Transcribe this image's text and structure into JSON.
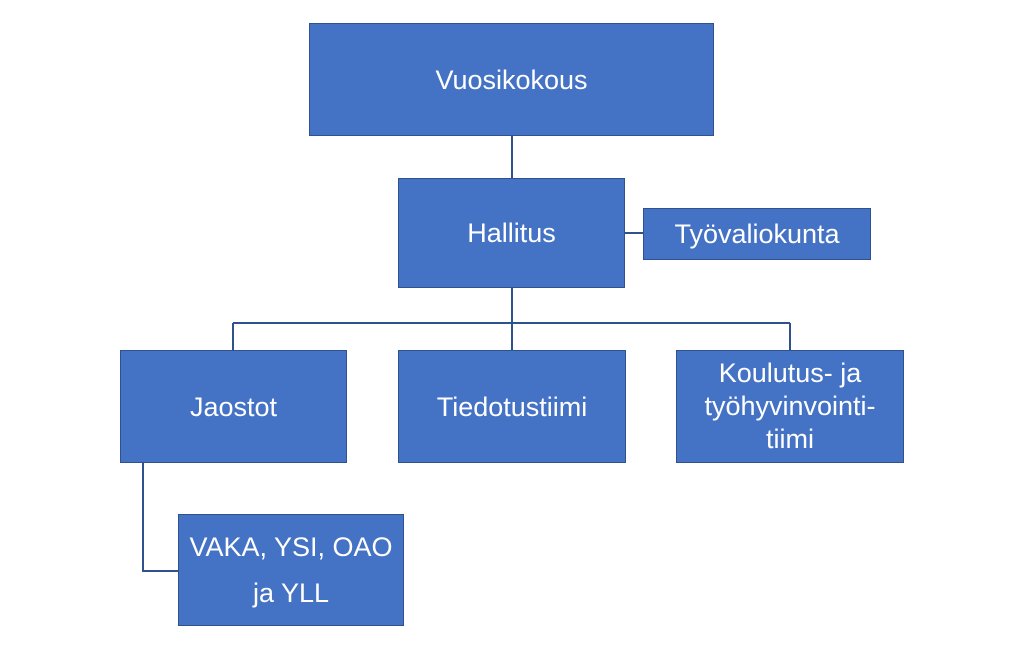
{
  "colors": {
    "box_fill": "#4472c4",
    "box_border": "#2f528f",
    "connector": "#2f528f",
    "text": "#ffffff",
    "background": "#ffffff"
  },
  "nodes": {
    "vuosikokous": "Vuosikokous",
    "hallitus": "Hallitus",
    "tyovaliokunta": "Työvaliokunta",
    "jaostot": "Jaostot",
    "tiedotustiimi": "Tiedotustiimi",
    "koulutus": "Koulutus- ja\ntyöhyvinvointi-\ntiimi",
    "vaka": "VAKA, YSI, OAO\nja YLL"
  }
}
